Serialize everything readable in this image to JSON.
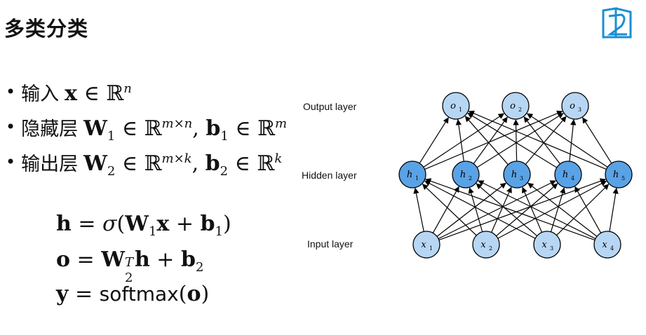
{
  "title": "多类分类",
  "bullets": [
    {
      "label": "输入",
      "math": {
        "var": "x",
        "space": "ℝ",
        "exp": "n"
      }
    },
    {
      "label": "隐藏层",
      "math": {
        "W": "W",
        "Wsub": "1",
        "Wexp": "m×n",
        "b": "b",
        "bsub": "1",
        "bexp": "m"
      }
    },
    {
      "label": "输出层",
      "math": {
        "W": "W",
        "Wsub": "2",
        "Wexp": "m×k",
        "b": "b",
        "bsub": "2",
        "bexp": "k"
      }
    }
  ],
  "equations": {
    "eq1": {
      "lhs": "h",
      "sigma": "σ",
      "W": "W",
      "Wsub": "1",
      "x": "x",
      "b": "b",
      "bsub": "1"
    },
    "eq2": {
      "lhs": "o",
      "W": "W",
      "Wsub": "2",
      "Wsup": "T",
      "h": "h",
      "b": "b",
      "bsub": "2"
    },
    "eq3": {
      "lhs": "y",
      "fn": "softmax",
      "arg": "o"
    }
  },
  "network": {
    "output_label": "Output layer",
    "hidden_label": "Hidden layer",
    "input_label": "Input layer",
    "output_nodes": [
      {
        "var": "o",
        "sub": "1"
      },
      {
        "var": "o",
        "sub": "2"
      },
      {
        "var": "o",
        "sub": "3"
      }
    ],
    "hidden_nodes": [
      {
        "var": "h",
        "sub": "1"
      },
      {
        "var": "h",
        "sub": "2"
      },
      {
        "var": "h",
        "sub": "3"
      },
      {
        "var": "h",
        "sub": "4"
      },
      {
        "var": "h",
        "sub": "5"
      }
    ],
    "input_nodes": [
      {
        "var": "x",
        "sub": "1"
      },
      {
        "var": "x",
        "sub": "2"
      },
      {
        "var": "x",
        "sub": "3"
      },
      {
        "var": "x",
        "sub": "4"
      }
    ],
    "colors": {
      "light_node": "#b6d6f4",
      "dark_node": "#5aa2e6",
      "edge": "#000000",
      "logo": "#1a8fd4"
    }
  }
}
